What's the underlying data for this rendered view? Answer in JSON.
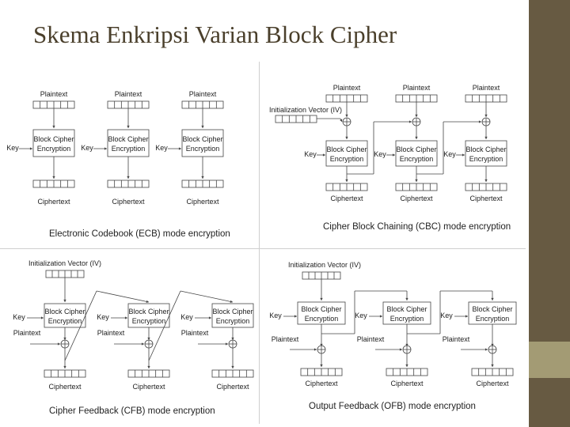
{
  "slide": {
    "title": "Skema Enkripsi Varian Block Cipher",
    "accent_color": "#675a42",
    "accent_light": "#a39b74"
  },
  "ecb": {
    "caption": "Electronic Codebook (ECB) mode encryption",
    "plaintext": "Plaintext",
    "key": "Key",
    "cipher_line1": "Block Cipher",
    "cipher_line2": "Encryption",
    "ciphertext": "Ciphertext"
  },
  "cbc": {
    "caption": "Cipher Block Chaining (CBC) mode encryption",
    "iv": "Initialization Vector (IV)",
    "plaintext": "Plaintext",
    "key": "Key",
    "cipher_line1": "Block Cipher",
    "cipher_line2": "Encryption",
    "ciphertext": "Ciphertext"
  },
  "cfb": {
    "caption": "Cipher Feedback (CFB) mode encryption",
    "iv": "Initialization Vector (IV)",
    "plaintext": "Plaintext",
    "key": "Key",
    "cipher_line1": "Block Cipher",
    "cipher_line2": "Encryption",
    "ciphertext": "Ciphertext"
  },
  "ofb": {
    "caption": "Output Feedback (OFB) mode encryption",
    "iv": "Initialization Vector (IV)",
    "plaintext": "Plaintext",
    "key": "Key",
    "cipher_line1": "Block Cipher",
    "cipher_line2": "Encryption",
    "ciphertext": "Ciphertext"
  }
}
